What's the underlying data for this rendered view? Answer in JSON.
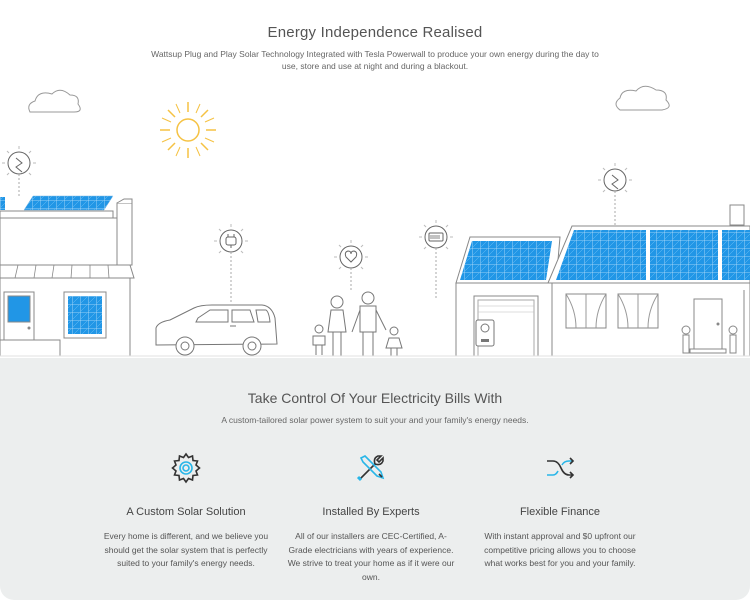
{
  "hero": {
    "title": "Energy Independence Realised",
    "subtitle": "Wattsup Plug and Play Solar Technology Integrated with Tesla Powerwall to produce your own energy during the day to use, store and use at night and during a blackout."
  },
  "illustration": {
    "elements": [
      "sun-icon",
      "cloud-icon",
      "solar-panel-icon",
      "ev-plug-icon",
      "heart-icon",
      "battery-icon",
      "family-icon",
      "car-icon",
      "powerwall-icon",
      "house-icon",
      "shop-icon"
    ]
  },
  "colors": {
    "panel_blue": "#2196e6",
    "sun_yellow": "#f5c243",
    "line_gray": "#888888",
    "bottom_bg": "#eceeee",
    "accent_cyan": "#29b6e8"
  },
  "section": {
    "title": "Take Control Of Your Electricity Bills With",
    "subtitle": "A custom-tailored solar power system to suit your and your family's energy needs."
  },
  "features": [
    {
      "icon": "gear-icon",
      "title": "A Custom Solar Solution",
      "description": "Every home is different, and we believe you should get the solar system that is perfectly suited to your family's energy needs."
    },
    {
      "icon": "tools-icon",
      "title": "Installed By Experts",
      "description": "All of our installers are CEC-Certified, A-Grade electricians with years of experience. We strive to treat your home as if it were our own."
    },
    {
      "icon": "shuffle-icon",
      "title": "Flexible Finance",
      "description": "With instant approval and $0 upfront our competitive pricing allows you to choose what works best for you and your family."
    }
  ]
}
